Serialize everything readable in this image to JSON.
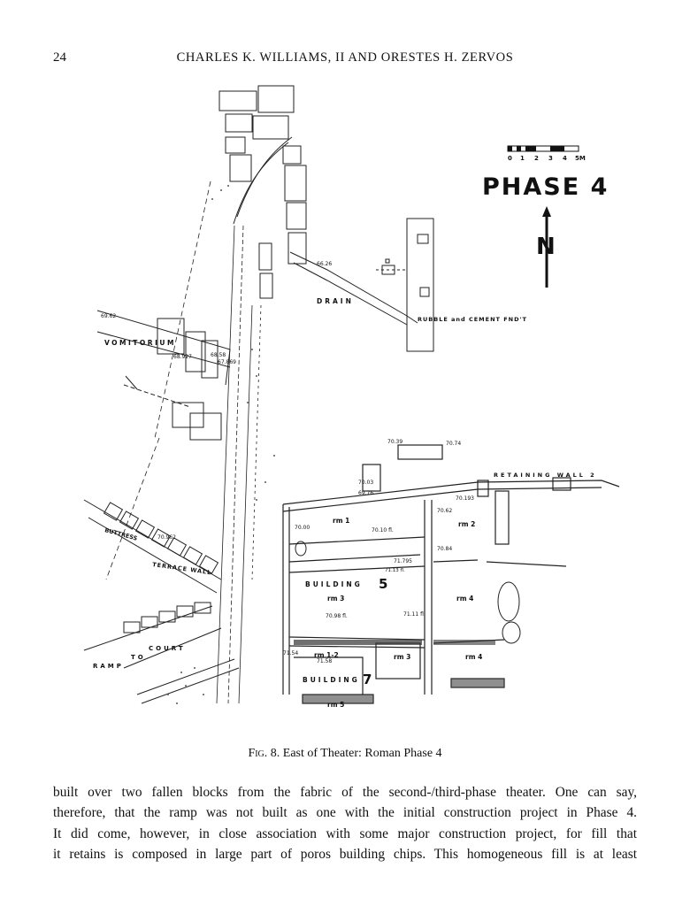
{
  "header": {
    "page_number": "24",
    "running_head": "CHARLES K. WILLIAMS, II AND ORESTES H. ZERVOS"
  },
  "figure": {
    "title": "PHASE 4",
    "north_letter": "N",
    "scale": {
      "ticks": [
        "0",
        "1",
        "2",
        "3",
        "4",
        "5M"
      ]
    },
    "labels": {
      "vomitorium": "VOMITORIUM",
      "drain": "DRAIN",
      "rubble": "RUBBLE and CEMENT FND'T",
      "retaining_wall": "RETAINING WALL 2",
      "buttress": "BUTTRESS",
      "terrace_wall": "TERRACE WALL",
      "court": "COURT",
      "to": "TO",
      "ramp": "RAMP",
      "building5": "BUILDING",
      "building5_num": "5",
      "building7": "BUILDING",
      "building7_num": "7",
      "rm1": "rm 1",
      "rm2": "rm 2",
      "rm3": "rm 3",
      "rm4a": "rm 4",
      "rm4b": "rm 4",
      "rm12": "rm 1-2",
      "rm3b": "rm 3",
      "rm5": "rm 5"
    },
    "elevations": {
      "e6626": "66.26",
      "e6962": "69.62",
      "e68927": "68.927",
      "e6858": "68.58",
      "e67869": "67.869",
      "e7039": "70.39",
      "e7074": "70.74",
      "e7003": "70.03",
      "e6976": "69.76",
      "e70193": "70.193",
      "e7062": "70.62",
      "e7000": "70.00",
      "e7010": "70.10 fl.",
      "e70962": "70.962",
      "e7084": "70.84",
      "e71795": "71.795",
      "e7113": "71.13 fl.",
      "e7098": "70.98 fl.",
      "e7111": "71.11 fl.",
      "e7154": "71.54",
      "e7158": "71.58"
    }
  },
  "caption": {
    "label": "Fig. 8.",
    "text": "East of Theater: Roman Phase 4"
  },
  "body": {
    "lines": [
      "built over two fallen blocks from the fabric of the second-/third-phase theater. One can say,",
      "therefore, that the ramp was not built as one with the initial construction project in Phase 4.",
      "It did come, however, in close association with some major construction project, for fill that",
      "it retains is composed in large part of poros building chips. This homogeneous fill is at least"
    ]
  }
}
